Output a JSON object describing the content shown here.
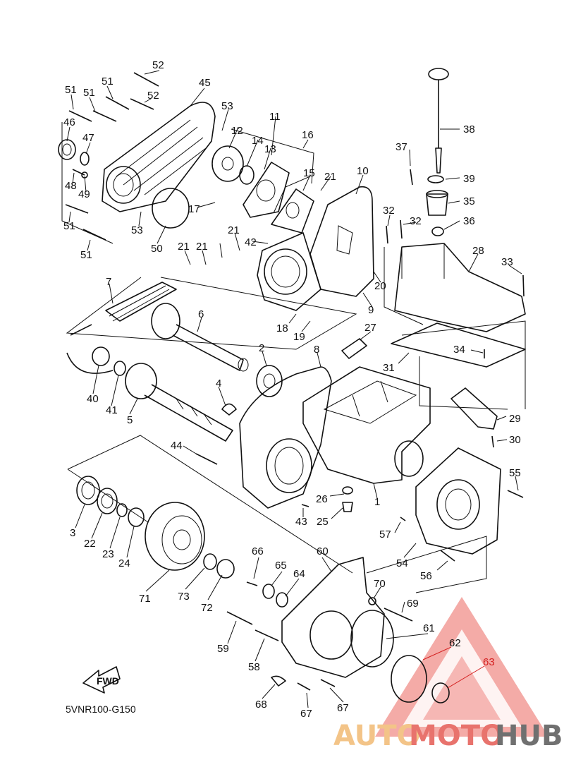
{
  "diagram_code": "5VNR100-G150",
  "fwd_label": "FWD",
  "watermark": {
    "part1": "AUTO",
    "part2": "MOTO",
    "part3": "HUB",
    "colors": {
      "auto": "#f3c488",
      "moto": "#e8736d",
      "hub": "#707070",
      "logo": "#e8736d"
    }
  },
  "callouts": {
    "n52a": "52",
    "n52b": "52",
    "n45": "45",
    "n51a": "51",
    "n51b": "51",
    "n51c": "51",
    "n51d": "51",
    "n51e": "51",
    "n46": "46",
    "n47": "47",
    "n48": "48",
    "n49": "49",
    "n53a": "53",
    "n53b": "53",
    "n50": "50",
    "n11": "11",
    "n12": "12",
    "n14": "14",
    "n13": "13",
    "n16": "16",
    "n15": "15",
    "n21a": "21",
    "n21b": "21",
    "n21c": "21",
    "n21d": "21",
    "n10": "10",
    "n17": "17",
    "n42": "42",
    "n20": "20",
    "n9": "9",
    "n18": "18",
    "n19": "19",
    "n38": "38",
    "n37": "37",
    "n39": "39",
    "n35": "35",
    "n32a": "32",
    "n32b": "32",
    "n36": "36",
    "n28": "28",
    "n33": "33",
    "n7": "7",
    "n6": "6",
    "n2": "2",
    "n8": "8",
    "n27": "27",
    "n34": "34",
    "n31": "31",
    "n40": "40",
    "n41": "41",
    "n5": "5",
    "n4": "4",
    "n29": "29",
    "n30": "30",
    "n44": "44",
    "n55": "55",
    "n3": "3",
    "n22": "22",
    "n23": "23",
    "n24": "24",
    "n26": "26",
    "n25": "25",
    "n1": "1",
    "n43": "43",
    "n57": "57",
    "n54": "54",
    "n56": "56",
    "n66": "66",
    "n60": "60",
    "n65": "65",
    "n64": "64",
    "n70": "70",
    "n71": "71",
    "n73": "73",
    "n72": "72",
    "n69": "69",
    "n61": "61",
    "n62": "62",
    "n63": "63",
    "n59": "59",
    "n58": "58",
    "n68": "68",
    "n67a": "67",
    "n67b": "67"
  }
}
